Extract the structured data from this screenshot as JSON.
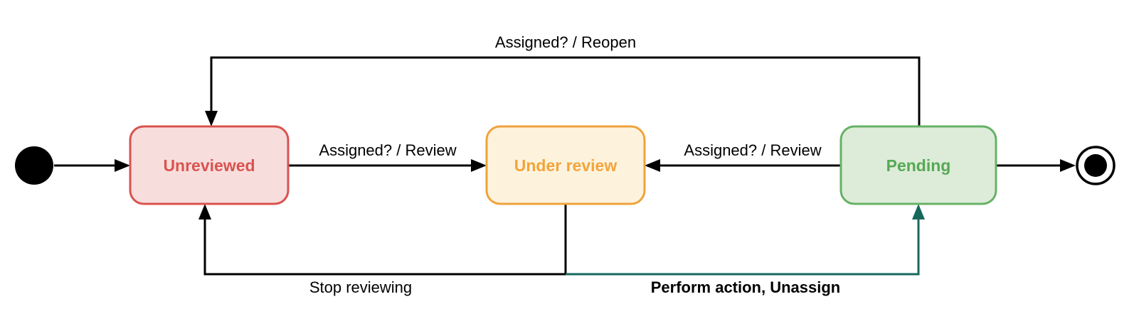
{
  "states": {
    "unreviewed": {
      "label": "Unreviewed"
    },
    "under_review": {
      "label": "Under review"
    },
    "pending": {
      "label": "Pending"
    }
  },
  "transitions": {
    "assigned_review_left": {
      "label": "Assigned? / Review"
    },
    "assigned_review_right": {
      "label": "Assigned? / Review"
    },
    "assigned_reopen": {
      "label": "Assigned? / Reopen"
    },
    "stop_reviewing": {
      "label": "Stop reviewing"
    },
    "perform_action_unassign": {
      "label": "Perform action, Unassign"
    }
  },
  "colors": {
    "edge": "#000000",
    "node": "#000000",
    "node_ring_fill": "#ffffff",
    "unreviewed": {
      "border": "#d9534f",
      "fill": "#f7dedc",
      "text": "#d9534f"
    },
    "under_review": {
      "border": "#f0a23c",
      "fill": "#fdf3dd",
      "text": "#f2a43c"
    },
    "pending": {
      "border": "#66b266",
      "fill": "#ddecd8",
      "text": "#55a955"
    },
    "green_edge": "#17685c",
    "green_label": "#3e8e4b"
  }
}
